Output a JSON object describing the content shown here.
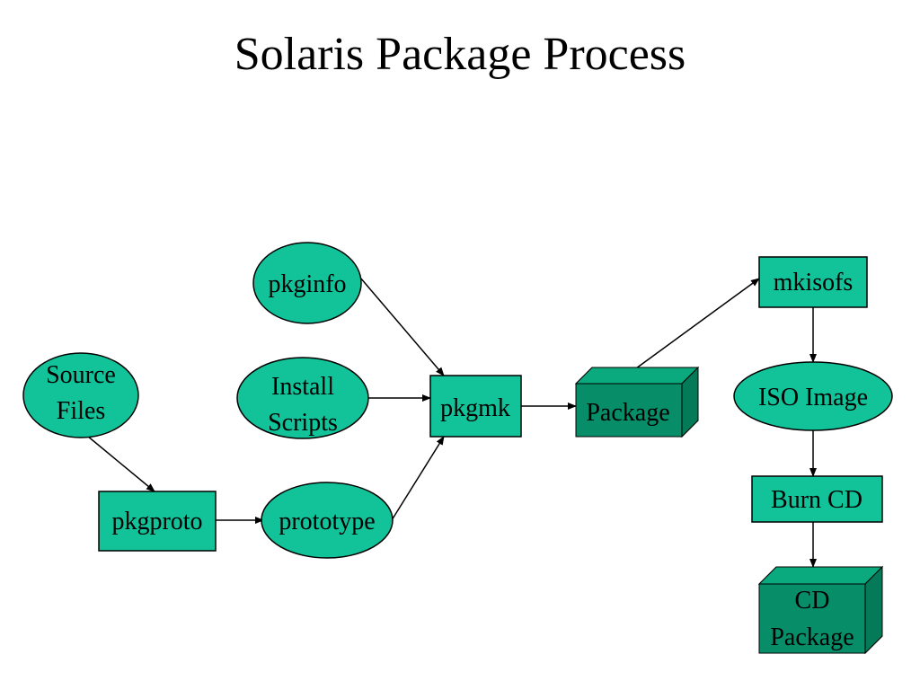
{
  "title": "Solaris Package Process",
  "colors": {
    "node_fill": "#12C39A",
    "box_front": "#078E69",
    "box_top": "#0AAA7E",
    "box_side": "#057A58",
    "outline": "#000000",
    "arrow": "#000000"
  },
  "nodes": {
    "source_files": {
      "lines": [
        "Source",
        "Files"
      ],
      "shape": "ellipse"
    },
    "pkgproto": {
      "lines": [
        "pkgproto"
      ],
      "shape": "rectangle"
    },
    "prototype": {
      "lines": [
        "prototype"
      ],
      "shape": "ellipse"
    },
    "pkginfo": {
      "lines": [
        "pkginfo"
      ],
      "shape": "ellipse"
    },
    "install_scripts": {
      "lines": [
        "Install",
        "Scripts"
      ],
      "shape": "ellipse"
    },
    "pkgmk": {
      "lines": [
        "pkgmk"
      ],
      "shape": "rectangle"
    },
    "package": {
      "lines": [
        "Package"
      ],
      "shape": "3d-box"
    },
    "mkisofs": {
      "lines": [
        "mkisofs"
      ],
      "shape": "rectangle"
    },
    "iso_image": {
      "lines": [
        "ISO Image"
      ],
      "shape": "ellipse"
    },
    "burn_cd": {
      "lines": [
        "Burn CD"
      ],
      "shape": "rectangle"
    },
    "cd_package": {
      "lines": [
        "CD",
        "Package"
      ],
      "shape": "3d-box"
    }
  },
  "edges": [
    {
      "from": "source_files",
      "to": "pkgproto"
    },
    {
      "from": "pkgproto",
      "to": "prototype"
    },
    {
      "from": "pkginfo",
      "to": "pkgmk"
    },
    {
      "from": "install_scripts",
      "to": "pkgmk"
    },
    {
      "from": "prototype",
      "to": "pkgmk"
    },
    {
      "from": "pkgmk",
      "to": "package"
    },
    {
      "from": "package",
      "to": "mkisofs"
    },
    {
      "from": "mkisofs",
      "to": "iso_image"
    },
    {
      "from": "iso_image",
      "to": "burn_cd"
    },
    {
      "from": "burn_cd",
      "to": "cd_package"
    }
  ]
}
